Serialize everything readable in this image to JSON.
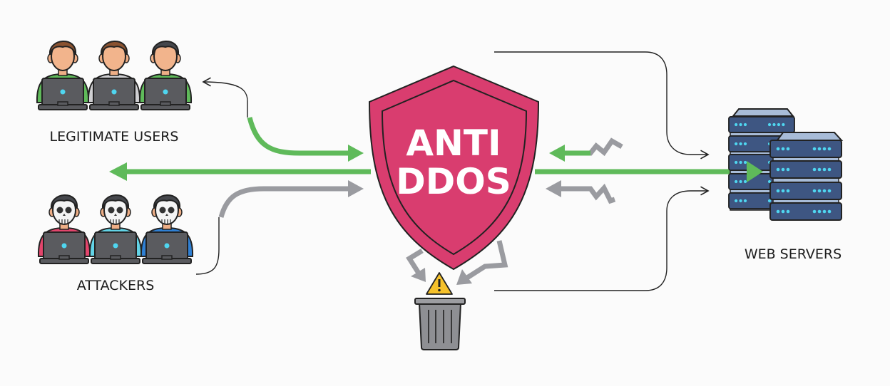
{
  "labels": {
    "legitimate_users": "LEGITIMATE USERS",
    "attackers": "ATTACKERS",
    "web_servers": "WEB SERVERS",
    "shield_line1": "ANTI",
    "shield_line2": "DDOS"
  },
  "colors": {
    "shield": "#d93d6f",
    "legit_traffic": "#5fba5a",
    "attack_traffic": "#9a9ba0",
    "server": "#3e5682",
    "server_led": "#4fd6f0",
    "warning": "#f5c12b"
  },
  "icons": [
    "user-icon",
    "attacker-skull-icon",
    "laptop-icon",
    "shield-icon",
    "server-rack-icon",
    "trash-bin-icon",
    "warning-icon"
  ]
}
